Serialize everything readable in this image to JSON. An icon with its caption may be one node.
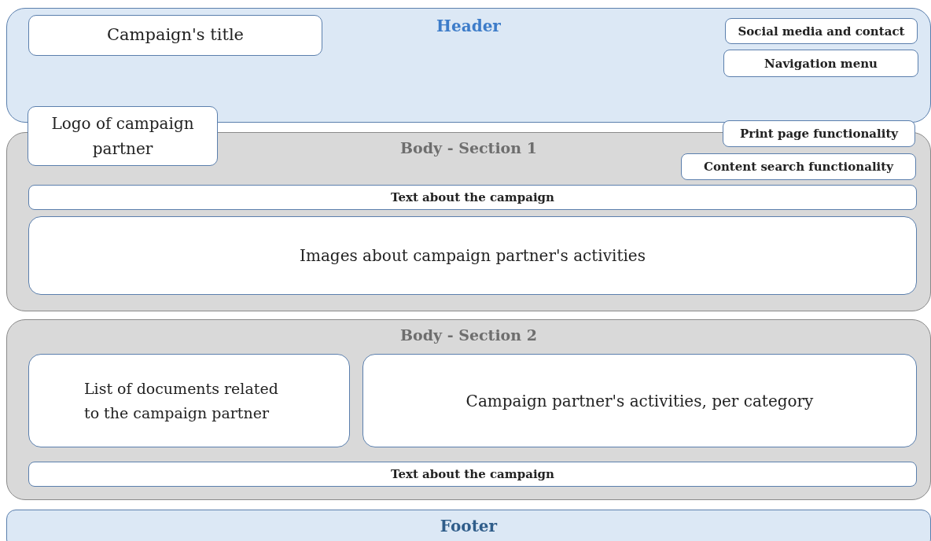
{
  "diagram": {
    "nodes": [
      {
        "text": [
          "Header"
        ]
      },
      {
        "text": [
          "Campaign's title"
        ],
        "in": 0
      },
      {
        "text": [
          "Social media and contact"
        ],
        "in": 0
      },
      {
        "text": [
          "Navigation menu"
        ],
        "in": 0
      },
      {
        "text": [
          "Logo of campaign partner"
        ]
      },
      {
        "text": [
          "Body - Section 1"
        ]
      },
      {
        "text": [
          "Print page functionality"
        ]
      },
      {
        "text": [
          "Content search functionality"
        ],
        "in": 5
      },
      {
        "text": [
          "Text about the campaign"
        ],
        "in": 5
      },
      {
        "text": [
          "Images about campaign partner's activities"
        ],
        "in": 5
      },
      {
        "text": [
          "Body - Section 2"
        ]
      },
      {
        "text": [
          "List of documents related to the campaign partner"
        ],
        "in": 10
      },
      {
        "text": [
          "Campaign partner's activities, per category"
        ],
        "in": 10
      },
      {
        "text": [
          "Text about the campaign"
        ],
        "in": 10
      },
      {
        "text": [
          "Footer"
        ]
      }
    ]
  }
}
